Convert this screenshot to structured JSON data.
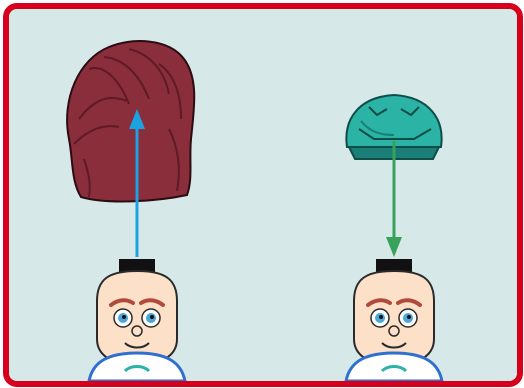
{
  "colors": {
    "frame": "#d6001c",
    "background": "#d7e8e8",
    "hair": "#8a2e3c",
    "hair_dark": "#5e1a26",
    "helmet": "#2bb3a6",
    "helmet_dark": "#1a7f77",
    "arrow_remove": "#1aa3e0",
    "arrow_add": "#39a25a",
    "skin": "#fde0c8",
    "eyes": "#4aa8d8",
    "brows": "#b04a3a",
    "shirt": "#ffffff",
    "shirt_trim": "#2e6fd0"
  },
  "scenes": [
    {
      "name": "hair-removal",
      "accessory": "hair-icon",
      "direction": "up",
      "arrow": "arrow_remove"
    },
    {
      "name": "helmet-placement",
      "accessory": "helmet-icon",
      "direction": "down",
      "arrow": "arrow_add"
    }
  ]
}
